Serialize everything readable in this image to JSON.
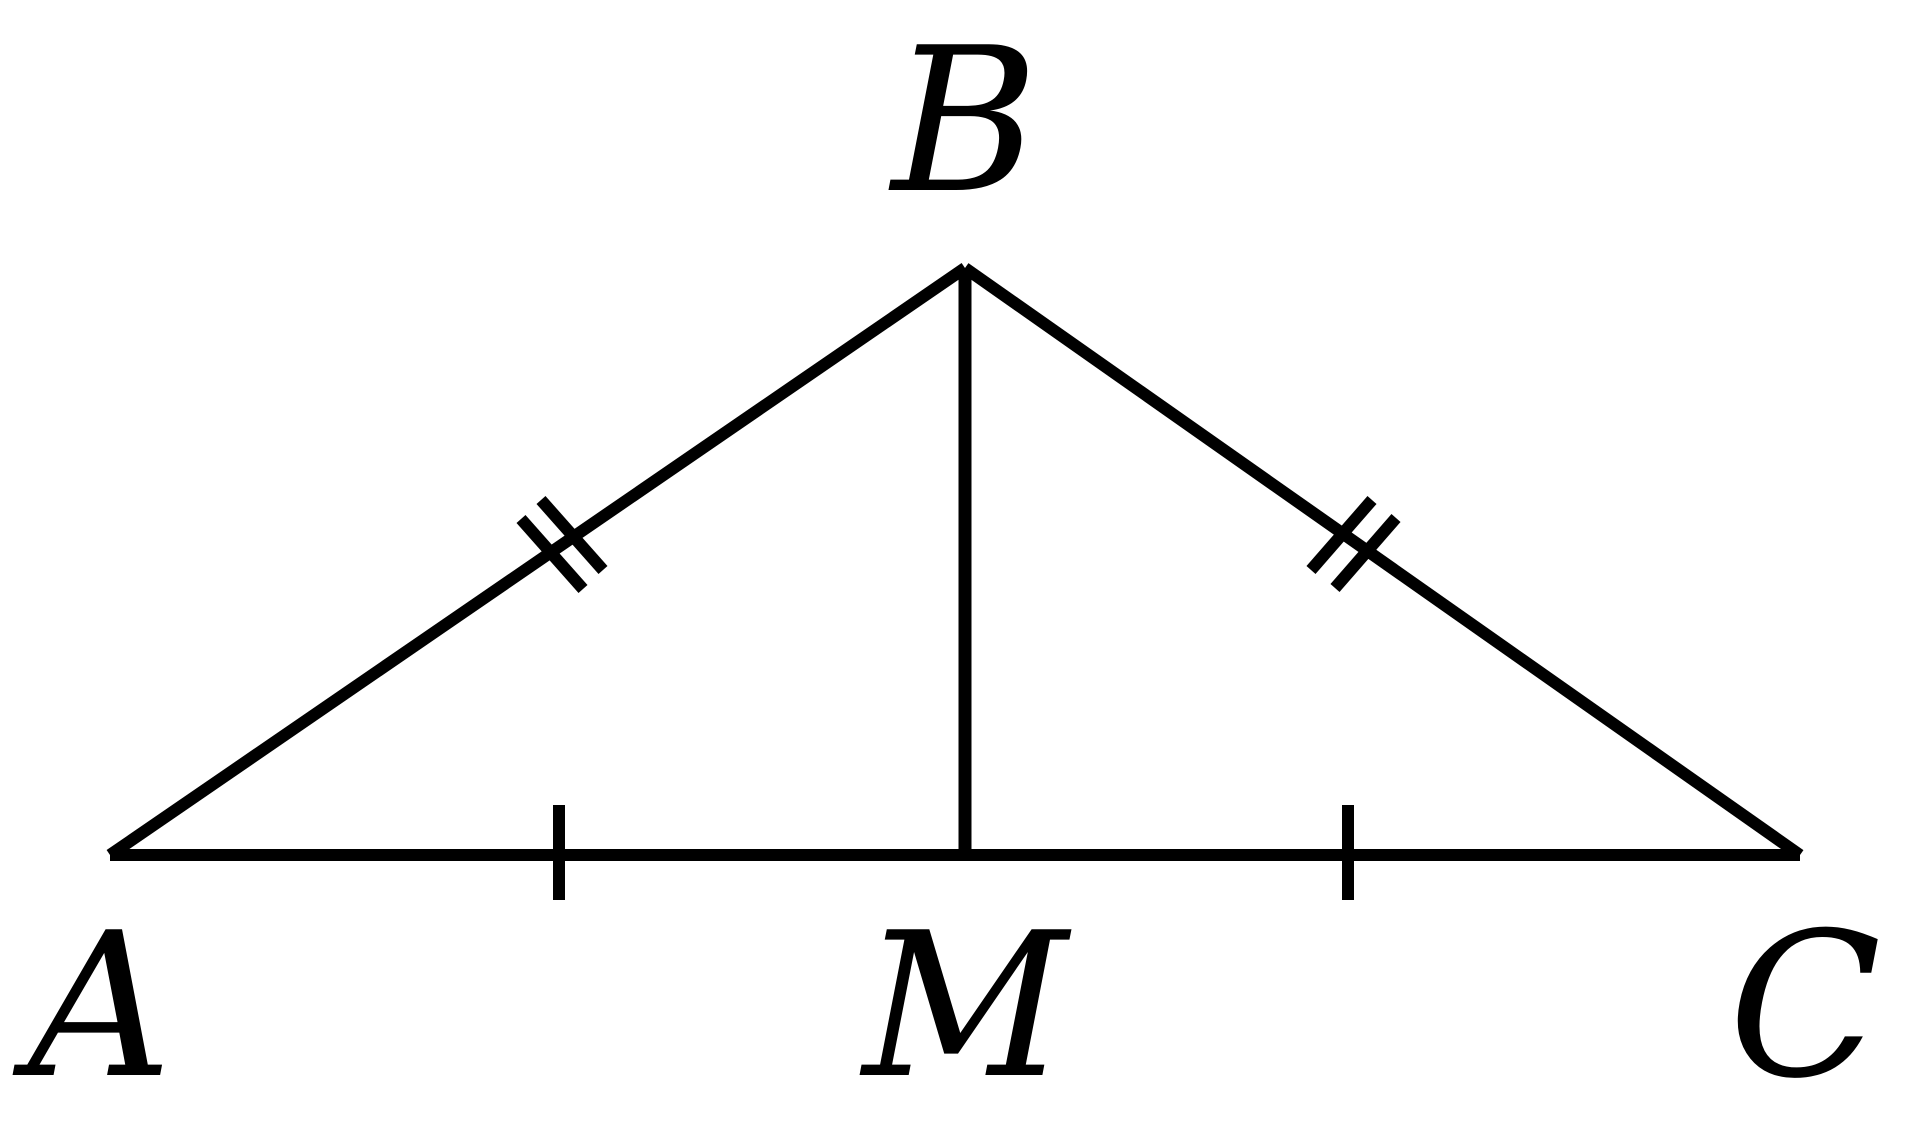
{
  "diagram": {
    "vertices": {
      "A": {
        "label": "A"
      },
      "B": {
        "label": "B"
      },
      "C": {
        "label": "C"
      },
      "M": {
        "label": "M"
      }
    },
    "segments": [
      {
        "from": "A",
        "to": "B",
        "marks": 2
      },
      {
        "from": "B",
        "to": "C",
        "marks": 2
      },
      {
        "from": "A",
        "to": "M",
        "marks": 1
      },
      {
        "from": "M",
        "to": "C",
        "marks": 1
      },
      {
        "from": "B",
        "to": "M",
        "marks": 0
      }
    ],
    "stroke_color": "#000000",
    "background_color": "#ffffff"
  }
}
